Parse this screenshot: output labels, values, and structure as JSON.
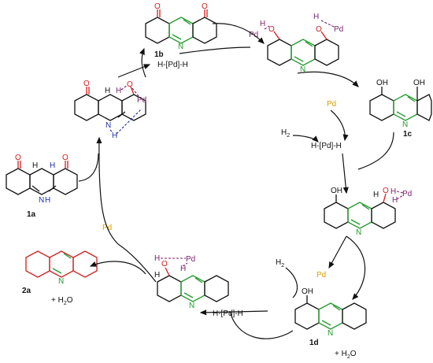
{
  "labels": {
    "c1a": "1a",
    "c1b": "1b",
    "c1c": "1c",
    "c1d": "1d",
    "c2a": "2a"
  },
  "reagents": {
    "hpdh": "H-[Pd]-H",
    "pd": "Pd",
    "h2": "H",
    "h2_sub": "2",
    "water": "+ H",
    "water_sub": "2",
    "water_o": "O"
  },
  "atoms": {
    "O": "O",
    "N": "N",
    "NH": "N",
    "H": "H",
    "OH": "OH",
    "Pd": "Pd"
  },
  "colors": {
    "green": "#1f9a2a",
    "red": "#d21f1f",
    "blue": "#1d2fb0",
    "purple": "#7a1f6a",
    "orange": "#e0a000",
    "black": "#111111"
  }
}
